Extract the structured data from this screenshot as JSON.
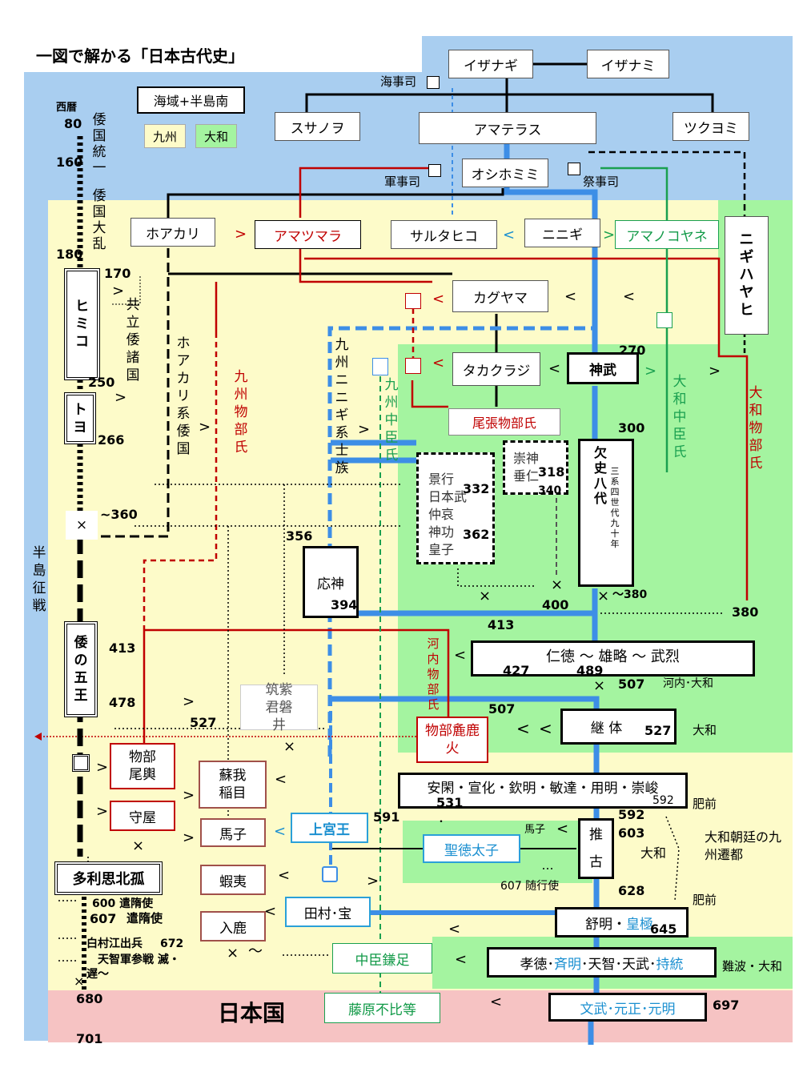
{
  "title": "一図で解かる「日本古代史」",
  "legend": {
    "sea": "海域+半島南",
    "kyushu": "九州",
    "yamato": "大和"
  },
  "colors": {
    "sea": "#a9cef0",
    "kyushu": "#fdfbc9",
    "yamato": "#a4f4a0",
    "nihon": "#f6c3c3",
    "red": "#c00000",
    "blue": "#3d8ee6",
    "green": "#1aa050"
  },
  "gods": {
    "izanagi": "イザナギ",
    "izanami": "イザナミ",
    "susanoo": "スサノヲ",
    "amaterasu": "アマテラス",
    "tsukuyomi": "ツクヨミ",
    "oshihomimi": "オシホミミ",
    "hoakari": "ホアカリ",
    "amatsumara": "アマツマラ",
    "sarutahiko": "サルタヒコ",
    "ninigi": "ニニギ",
    "amanokoyane": "アマノコヤネ",
    "nigihayahi": "ニギハヤヒ",
    "kagoyama": "カグヤマ",
    "takakuraji": "タカクラジ",
    "jimmu": "神武"
  },
  "offices": {
    "kaiji": "海事司",
    "gunji": "軍事司",
    "saiji": "祭事司"
  },
  "marks": {
    "gt": ">",
    "lt": "<",
    "cross": "×",
    "tilde": "〜",
    "dot": "・"
  },
  "left_timeline": {
    "seireki": "西暦",
    "y80": "80",
    "wakoku_toitsu": "倭国統一",
    "y160": "160",
    "wakoku_tairan": "倭国大乱",
    "y180": "180",
    "himiko": "ヒミコ",
    "y170": "170",
    "kyoritsu": "共立倭諸国",
    "y250": "250",
    "toyo": "トヨ",
    "y266": "266",
    "y360": "~360",
    "hanto_sensen": "半島征戦",
    "wa_no_go_o": "倭の五王",
    "y413": "413",
    "y478": "478",
    "y527": "527",
    "tarishihoko": "多利思北孤",
    "y600": "600 遣隋使",
    "y607": "607",
    "kenzuishi": "遣隋使",
    "hakusonko": "白村江出兵",
    "y672": "672",
    "tenchi": "天智軍参戦 滅・",
    "tenchi2": "遅〜",
    "y680": "680",
    "y701": "701"
  },
  "clans": {
    "hoakari_kei": "ホアカリ系倭国",
    "kyushu_mononobe": "九州物部氏",
    "kyushu_ninigi": "九州ニニギ系士族",
    "kyushu_nakatomi": "九州中臣氏",
    "yamato_nakatomi": "大和中臣氏",
    "yamato_mononobe": "大和物部氏",
    "kawachi_mononobe": "河内物部氏",
    "owari_mononobe": "尾張物部氏"
  },
  "rulers": {
    "keiko_lines": [
      "景行",
      "日本武",
      "仲哀",
      "神功",
      "皇子"
    ],
    "y332": "332",
    "y362": "362",
    "sujin": "崇神",
    "suinin": "垂仁",
    "y318": "318",
    "y340": "340",
    "kesshi": "欠史八代",
    "kesshi_sub": "三系四世代九十年",
    "y300": "300",
    "y270": "270",
    "ojin": "応神",
    "y356": "356",
    "y394": "394",
    "y400": "400",
    "y380a": "〜380",
    "y380b": "380",
    "nintoku": "仁徳 〜 雄略 〜 武烈",
    "y427": "427",
    "y489": "489",
    "y413b": "413",
    "y507a": "507",
    "kawachi_yamato": "河内･大和",
    "keitai": "継 体",
    "y527b": "527",
    "y507b": "507",
    "yamato1": "大和",
    "tsukushi_iwai": "筑紫君磐井",
    "mononobe_arakabi": "物部麁鹿火",
    "ankan": "安閑・宣化・欽明・敏達・用明・崇峻",
    "y531": "531",
    "y592a": "592",
    "y592b": "592",
    "hizen1": "肥前",
    "suiko1": "推",
    "suiko2": "古",
    "y603": "603",
    "yamato2": "大和",
    "y628": "628",
    "umako_small": "馬子",
    "y607b": "607 随行使",
    "kyushu_sento": "大和朝廷の九州遷都",
    "jomei": "舒明・",
    "kogyoku": "皇極",
    "y645": "645",
    "hizen2": "肥前",
    "kotoku": "孝徳･",
    "saimei": "斉明",
    "tenchi_temmu": "･天智･天武･",
    "jito": "持統",
    "naniwa": "難波・大和",
    "mombu": "文武･元正･元明",
    "y697": "697",
    "mononobe_okoshi": "物部尾輿",
    "moriya": "守屋",
    "soga_iname": "蘇我稲目",
    "umako": "馬子",
    "emishi": "蝦夷",
    "iruka": "入鹿",
    "jogu_o": "上宮王",
    "y591": "591",
    "shotoku": "聖徳太子",
    "tamura_takara": "田村･宝",
    "nakatomi_kamatari": "中臣鎌足",
    "fujiwara_fuhito": "藤原不比等",
    "nihonkoku": "日本国"
  }
}
